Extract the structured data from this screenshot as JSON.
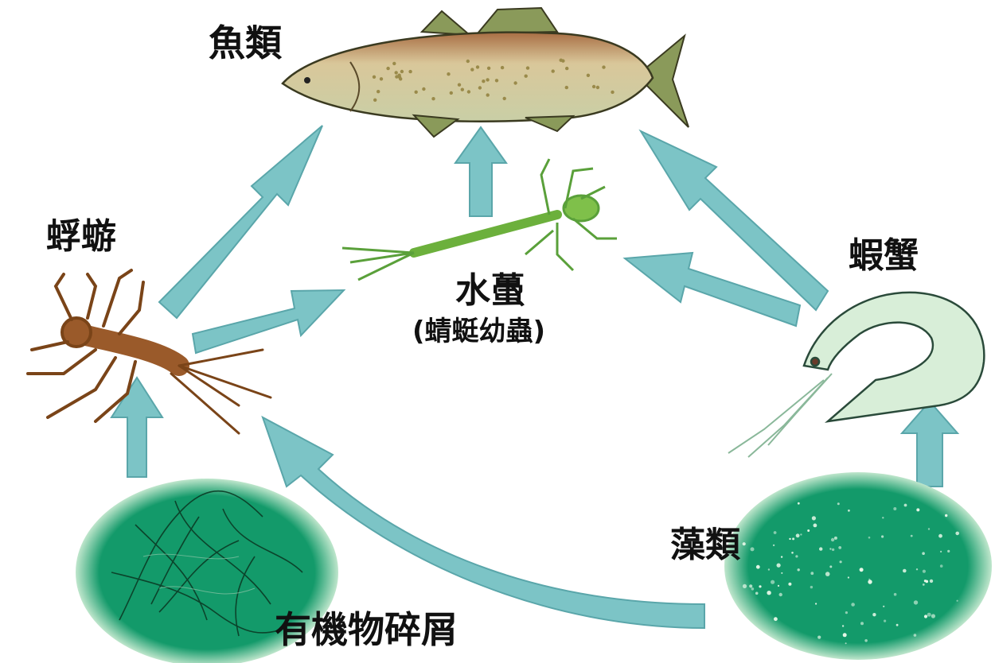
{
  "diagram": {
    "labels": {
      "fish": "魚類",
      "mayfly": "蜉蝣",
      "dragonfly_nymph": "水蠆",
      "dragonfly_nymph_note": "(蜻蜓幼蟲)",
      "shrimp_crab": "蝦蟹",
      "algae": "藻類",
      "detritus": "有機物碎屑"
    },
    "colors": {
      "arrow": "#7cc4c6",
      "arrow_edge": "#5aa6aa",
      "pond": "#139a6a",
      "pond_glow": "#9fd8b8",
      "fish_body": "#c8c79a",
      "fish_back": "#b07a52",
      "fish_fin": "#8a9a5a",
      "mayfly": "#9a5a2a",
      "nymph": "#7fc04a",
      "shrimp": "#d8eed8"
    },
    "links": [
      {
        "from": "有機物碎屑",
        "to": "蜉蝣"
      },
      {
        "from": "藻類",
        "to": "蜉蝣"
      },
      {
        "from": "藻類",
        "to": "蝦蟹"
      },
      {
        "from": "蜉蝣",
        "to": "水蠆"
      },
      {
        "from": "蜉蝣",
        "to": "魚類"
      },
      {
        "from": "水蠆",
        "to": "魚類"
      },
      {
        "from": "蝦蟹",
        "to": "水蠆"
      },
      {
        "from": "蝦蟹",
        "to": "魚類"
      }
    ]
  }
}
